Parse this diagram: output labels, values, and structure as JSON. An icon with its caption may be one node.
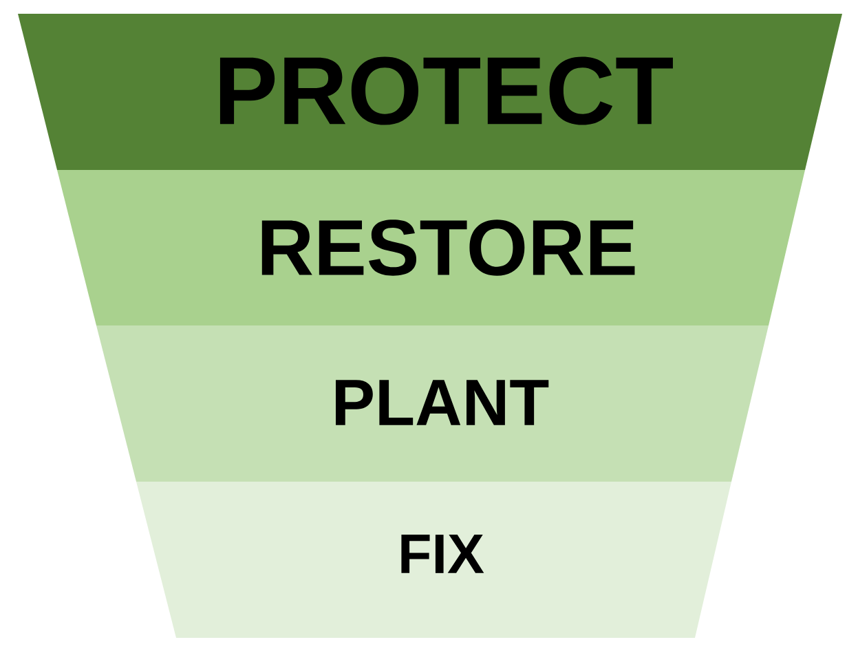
{
  "diagram": {
    "nodes": [
      {
        "text": [
          "PROTECT"
        ]
      },
      {
        "text": [
          "RESTORE"
        ]
      },
      {
        "text": [
          "PLANT"
        ]
      },
      {
        "text": [
          "FIX"
        ]
      }
    ]
  }
}
